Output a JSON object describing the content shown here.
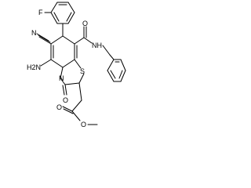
{
  "molecule": {
    "atoms": {
      "F": "F",
      "N_nitrile": "N",
      "O_amide": "O",
      "NH": "NH",
      "H2N": "H2N",
      "N_ring": "N",
      "S": "S",
      "O_lactam": "O",
      "O_ester_carbonyl": "O",
      "O_ester": "O"
    }
  }
}
